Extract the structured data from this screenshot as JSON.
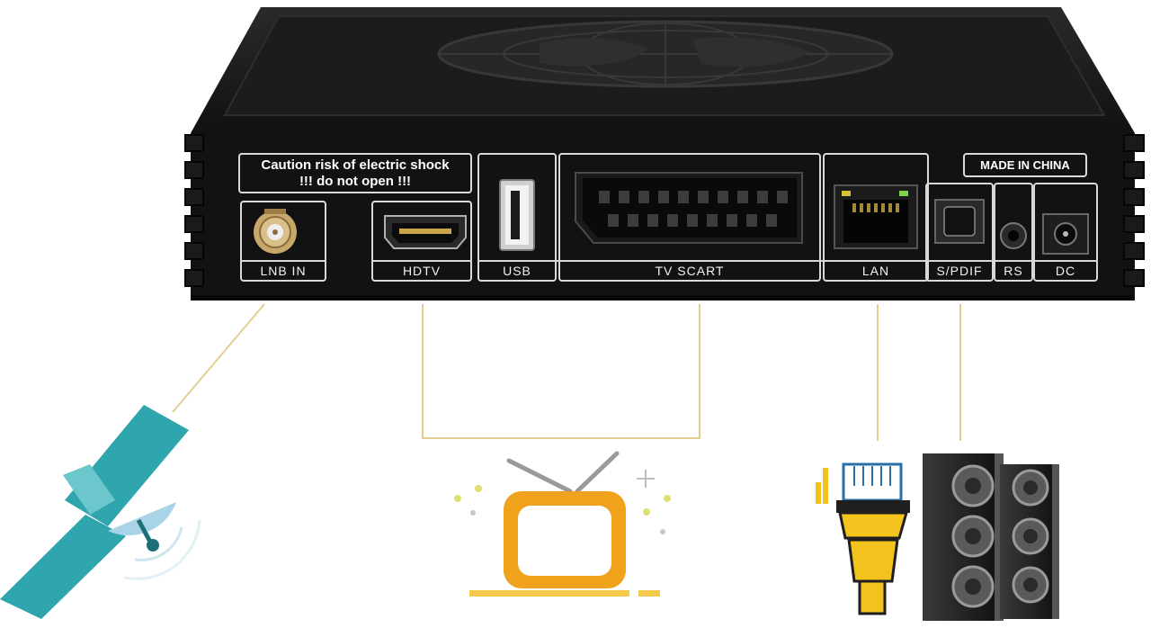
{
  "caution": {
    "line1": "Caution risk of electric shock",
    "line2": "!!! do not open !!!"
  },
  "made_in": "MADE IN CHINA",
  "ports": {
    "lnb": "LNB IN",
    "hdtv": "HDTV",
    "usb": "USB",
    "scart": "TV SCART",
    "lan": "LAN",
    "spdif": "S/PDIF",
    "rs": "RS",
    "dc": "DC"
  },
  "icons": [
    "satellite-icon",
    "tv-icon",
    "ethernet-cable-icon",
    "speakers-icon"
  ],
  "colors": {
    "device": "#141414",
    "panel_lines": "#d9d9d9",
    "connector_lines": "#e2cf8f",
    "satellite": "#2fa5ad",
    "tv": "#f0a21d",
    "cable": "#f2c21d"
  }
}
